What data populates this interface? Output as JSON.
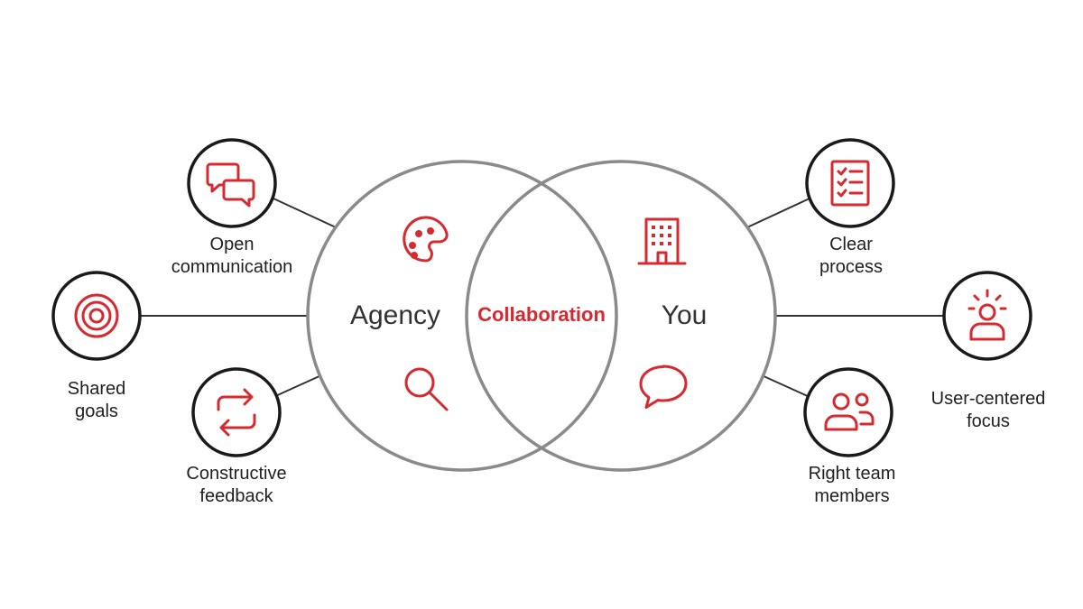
{
  "center": {
    "left_label": "Agency",
    "right_label": "You",
    "overlap_label": "Collaboration"
  },
  "satellites": {
    "open_communication": {
      "line1": "Open",
      "line2": "communication",
      "icon": "chat-bubbles-icon"
    },
    "shared_goals": {
      "line1": "Shared",
      "line2": "goals",
      "icon": "target-icon"
    },
    "constructive_feedback": {
      "line1": "Constructive",
      "line2": "feedback",
      "icon": "refresh-arrows-icon"
    },
    "clear_process": {
      "line1": "Clear",
      "line2": "process",
      "icon": "checklist-icon"
    },
    "user_centered_focus": {
      "line1": "User-centered",
      "line2": "focus",
      "icon": "user-spotlight-icon"
    },
    "right_team_members": {
      "line1": "Right team",
      "line2": "members",
      "icon": "team-icon"
    }
  },
  "inner_icons": {
    "agency_top": "palette-icon",
    "agency_bottom": "magnifier-icon",
    "you_top": "building-icon",
    "you_bottom": "speech-bubble-icon"
  },
  "colors": {
    "accent": "#d42a30",
    "ring": "#8a8a8a",
    "badge_outline": "#1a1a1a",
    "connector": "#333333"
  }
}
